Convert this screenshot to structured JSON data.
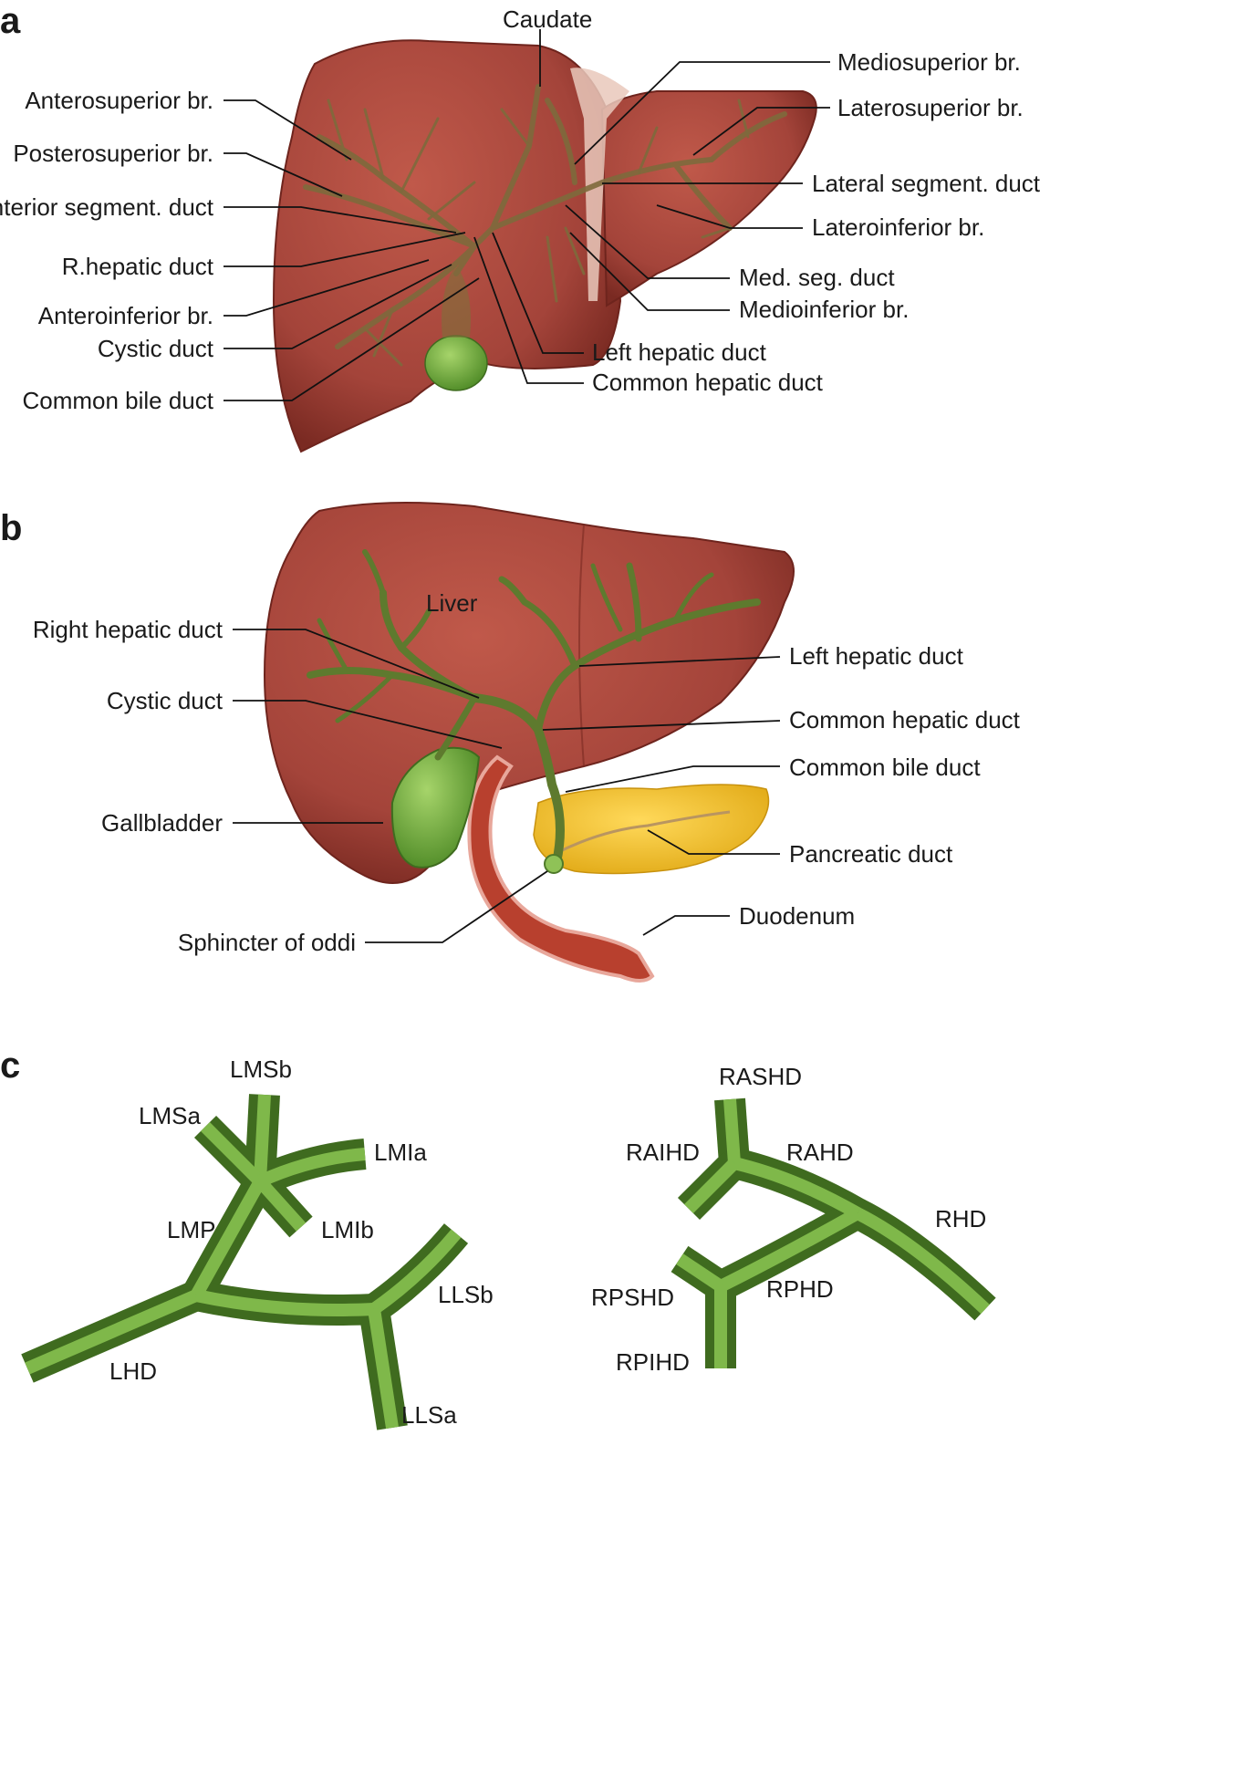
{
  "panels": {
    "a": "a",
    "b": "b",
    "c": "c"
  },
  "panel_a": {
    "caudate": "Caudate",
    "mediosuperior": "Mediosuperior br.",
    "laterosuperior": "Laterosuperior br.",
    "lateral_segment_duct": "Lateral segment. duct",
    "lateroinferior": "Lateroinferior br.",
    "med_seg_duct": "Med. seg. duct",
    "medioinferior": "Medioinferior br.",
    "left_hepatic_duct": "Left hepatic duct",
    "common_hepatic_duct": "Common hepatic duct",
    "anterosuperior": "Anterosuperior br.",
    "posterosuperior": "Posterosuperior br.",
    "anterior_segment_duct": "Anterior segment. duct",
    "r_hepatic_duct": "R.hepatic duct",
    "anteroinferior": "Anteroinferior br.",
    "cystic_duct": "Cystic duct",
    "common_bile_duct": "Common bile duct"
  },
  "panel_b": {
    "liver": "Liver",
    "right_hepatic_duct": "Right hepatic duct",
    "cystic_duct": "Cystic duct",
    "gallbladder": "Gallbladder",
    "sphincter_of_oddi": "Sphincter of oddi",
    "left_hepatic_duct": "Left hepatic duct",
    "common_hepatic_duct": "Common hepatic duct",
    "common_bile_duct": "Common bile duct",
    "pancreatic_duct": "Pancreatic duct",
    "duodenum": "Duodenum"
  },
  "panel_c": {
    "lmsb": "LMSb",
    "lmsa": "LMSa",
    "lmia": "LMIa",
    "lmp": "LMP",
    "lmib": "LMIb",
    "llsb": "LLSb",
    "lhd": "LHD",
    "llsa": "LLSa",
    "rashd": "RASHD",
    "raihd": "RAIHD",
    "rahd": "RAHD",
    "rhd": "RHD",
    "rpshd": "RPSHD",
    "rphd": "RPHD",
    "rpihd": "RPIHD"
  },
  "colors": {
    "liver": "#a8473b",
    "liver_dark": "#7a2a22",
    "duct_green": "#5e8a2e",
    "gallbladder": "#6fae3c",
    "pancreas": "#f2c12e",
    "duodenum": "#b8402e"
  }
}
